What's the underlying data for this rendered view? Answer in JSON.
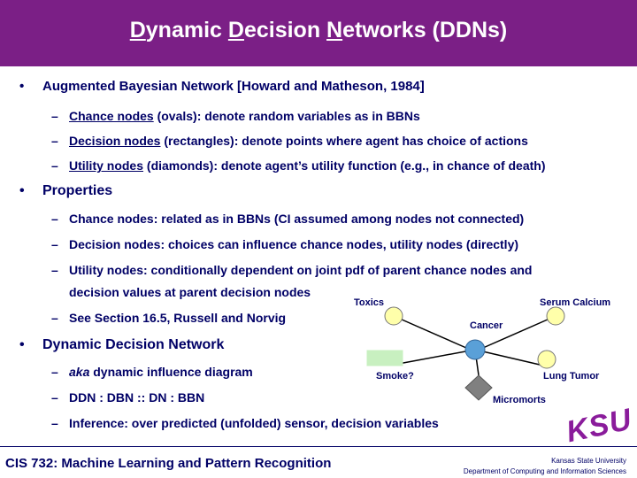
{
  "title": {
    "w1a": "D",
    "w1b": "ynamic ",
    "w2a": "D",
    "w2b": "ecision ",
    "w3a": "N",
    "w3b": "etworks (DDNs)"
  },
  "bullets": {
    "b1": "Augmented Bayesian Network [Howard and Matheson, 1984]",
    "b1_subs": [
      {
        "term": "Chance nodes",
        "rest": " (ovals): denote random variables as in BBNs"
      },
      {
        "term": "Decision nodes",
        "rest": " (rectangles): denote points where agent has choice of actions"
      },
      {
        "term": "Utility nodes",
        "rest": " (diamonds): denote agent’s utility function (e.g., in chance of death)"
      }
    ],
    "b2": "Properties",
    "b2_subs": [
      "Chance nodes: related as in BBNs (CI assumed among nodes not connected)",
      "Decision nodes: choices can influence chance nodes, utility nodes (directly)",
      "Utility nodes: conditionally dependent on joint pdf of parent chance nodes and",
      "decision values at parent decision nodes",
      "See Section 16.5, Russell and Norvig"
    ],
    "b3": "Dynamic Decision Network",
    "b3_subs": [
      {
        "italic": "aka",
        "rest": " dynamic influence diagram"
      },
      {
        "italic": "",
        "rest": "DDN : DBN :: DN : BBN"
      },
      {
        "italic": "",
        "rest": "Inference: over predicted (unfolded) sensor, decision variables"
      }
    ],
    "dash": "–",
    "dot": "•"
  },
  "diagram": {
    "labels": {
      "toxics": "Toxics",
      "serum": "Serum Calcium",
      "cancer": "Cancer",
      "smoke": "Smoke?",
      "lung": "Lung Tumor",
      "micromorts": "Micromorts"
    },
    "colors": {
      "oval": "#ffffaa",
      "cancer": "#5aa0d8",
      "decision": "#c8f0c0",
      "utility": "#808080"
    }
  },
  "footer": {
    "course": "CIS 732: Machine Learning and Pattern Recognition",
    "logo": "KSU",
    "univ": "Kansas State University",
    "dept": "Department of Computing and Information Sciences"
  }
}
